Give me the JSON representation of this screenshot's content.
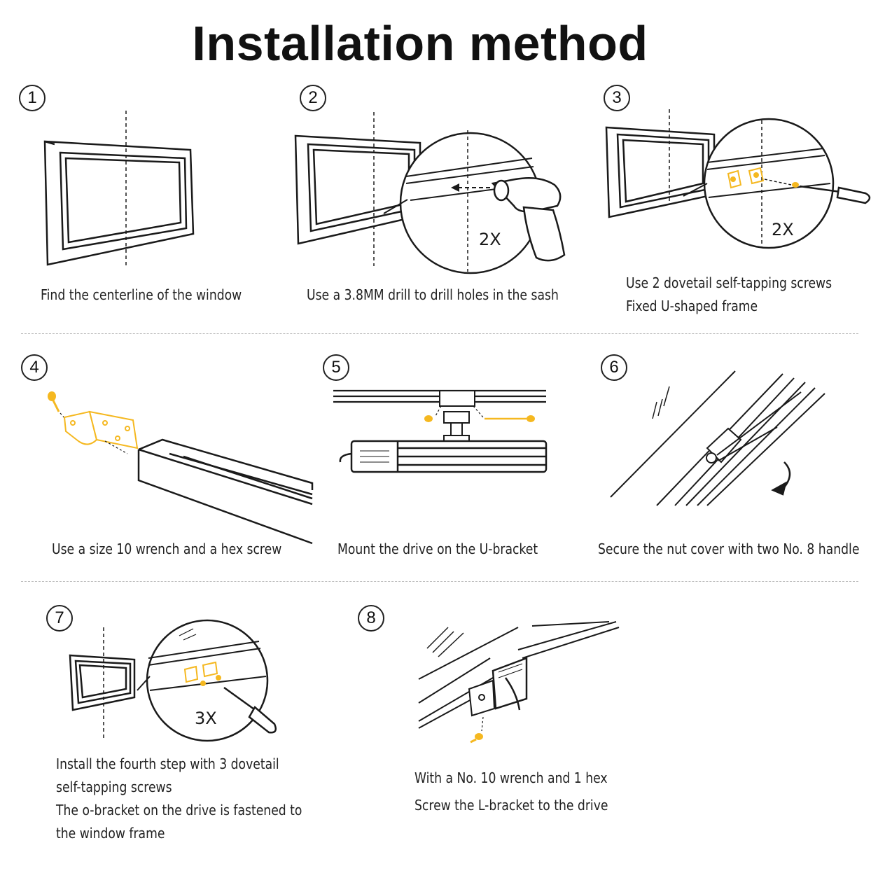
{
  "title": "Installation method",
  "colors": {
    "line": "#1a1a1a",
    "accent": "#f5b820",
    "divider": "#bdbdbd"
  },
  "steps": [
    {
      "number": "1",
      "lines": [
        "Find the centerline of the window"
      ]
    },
    {
      "number": "2",
      "lines": [
        "Use a 3.8MM drill to drill holes in the sash"
      ],
      "count_label": "2X"
    },
    {
      "number": "3",
      "lines": [
        "Use 2 dovetail self-tapping screws",
        "Fixed U-shaped frame"
      ],
      "count_label": "2X"
    },
    {
      "number": "4",
      "lines": [
        "Use a size 10 wrench and a hex screw"
      ]
    },
    {
      "number": "5",
      "lines": [
        "Mount the drive on the U-bracket"
      ]
    },
    {
      "number": "6",
      "lines": [
        "Secure the nut cover with two No. 8 handle"
      ]
    },
    {
      "number": "7",
      "lines": [
        "Install the fourth step with 3 dovetail",
        "self-tapping screws",
        "The o-bracket on the drive is fastened to",
        "the window frame"
      ],
      "count_label": "3X"
    },
    {
      "number": "8",
      "lines": [
        "With a No. 10 wrench and 1 hex",
        "Screw the L-bracket to the drive"
      ]
    }
  ],
  "icons": [
    "window-frame-icon",
    "drill-icon",
    "screwdriver-icon",
    "screw-icon",
    "u-bracket-icon",
    "drive-motor-icon",
    "rotate-arrow-icon",
    "l-bracket-icon"
  ]
}
